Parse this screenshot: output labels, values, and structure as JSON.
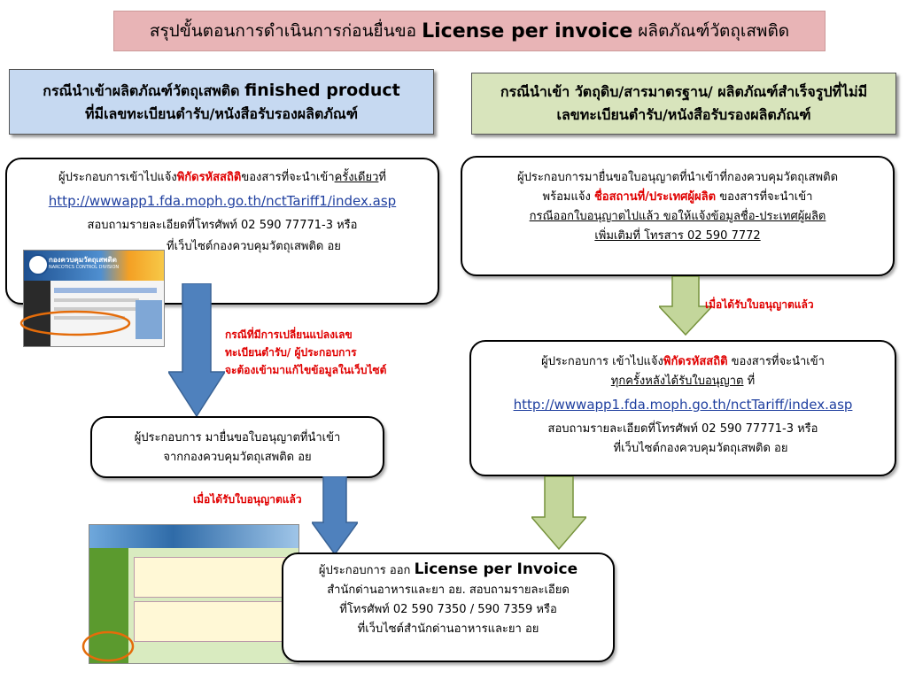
{
  "title": {
    "prefix": "สรุปขั้นตอนการดำเนินการก่อนยื่นขอ",
    "emph": "License per invoice",
    "suffix": "ผลิตภัณฑ์วัตถุเสพติด"
  },
  "left_header": {
    "line1_prefix": "กรณีนำเข้าผลิตภัณฑ์วัตถุเสพติด",
    "line1_emph": "finished product",
    "line2": "ที่มีเลขทะเบียนตำรับ/หนังสือรับรองผลิตภัณฑ์"
  },
  "right_header": {
    "line1": "กรณีนำเข้า วัตถุดิบ/สารมาตรฐาน/ ผลิตภัณฑ์สำเร็จรูปที่ไม่มี",
    "line2": "เลขทะเบียนตำรับ/หนังสือรับรองผลิตภัณฑ์"
  },
  "left_box1": {
    "line1_a": "ผู้ประกอบการเข้าไปแจ้ง",
    "line1_red": "พิกัดรหัสสถิติ",
    "line1_b": "ของสารที่จะนำเข้า",
    "line1_u": "ครั้งเดียว",
    "line1_c": "ที่",
    "link": "http://wwwapp1.fda.moph.go.th/nctTariff1/index.asp",
    "line3": "สอบถามรายละเอียดที่โทรศัพท์ 02 590 77771-3  หรือ",
    "line4": "ที่เว็บไซต์กองควบคุมวัตถุเสพติด อย",
    "logo_text": "กองควบคุมวัตถุเสพติด",
    "logo_sub": "NARCOTICS CONTROL DIVISION"
  },
  "left_note": {
    "line1": "กรณีที่มีการเปลี่ยนแปลงเลข",
    "line2": "ทะเบียนตำรับ/ ผู้ประกอบการ",
    "line3": "จะต้องเข้ามาแก้ไขข้อมูลในเว็บไซต์"
  },
  "left_box2": {
    "line1": "ผู้ประกอบการ มายื่นขอใบอนุญาตที่นำเข้า",
    "line2": "จากกองควบคุมวัตถุเสพติด อย"
  },
  "left_note2": "เมื่อได้รับใบอนุญาตแล้ว",
  "right_box1": {
    "line1": "ผู้ประกอบการมายื่นขอใบอนุญาตที่นำเข้าที่กองควบคุมวัตถุเสพติด",
    "line2_a": "พร้อมแจ้ง",
    "line2_red": "ชื่อสถานที่/ประเทศผู้ผลิต",
    "line2_b": "ของสารที่จะนำเข้า",
    "line3": "กรณีออกใบอนุญาตไปแล้ว ขอให้แจ้งข้อมูลชื่อ-ประเทศผู้ผลิต",
    "line4": "เพิ่มเติมที่ โทรสาร  02 590 7772"
  },
  "right_note": "เมื่อได้รับใบอนุญาตแล้ว",
  "right_box2": {
    "line1_a": "ผู้ประกอบการ เข้าไปแจ้ง",
    "line1_red": "พิกัดรหัสสถิติ",
    "line1_b": "ของสารที่จะนำเข้า",
    "line2_u": "ทุกครั้งหลังได้รับใบอนุญาต",
    "line2_b": "ที่",
    "link": "http://wwwapp1.fda.moph.go.th/nctTariff/index.asp",
    "line4": "สอบถามรายละเอียดที่โทรศัพท์ 02 590 77771-3  หรือ",
    "line5": "ที่เว็บไซต์กองควบคุมวัตถุเสพติด อย"
  },
  "bottom_box": {
    "line1_a": "ผู้ประกอบการ  ออก",
    "line1_emph": "License per Invoice",
    "line2": "สำนักด่านอาหารและยา อย. สอบถามรายละเอียด",
    "line3": "ที่โทรศัพท์ 02 590 7350  / 590 7359 หรือ",
    "line4": "ที่เว็บไซต์สำนักด่านอาหารและยา อย"
  },
  "colors": {
    "title_bg": "#e8b4b6",
    "left_header_bg": "#c6d9f1",
    "right_header_bg": "#d8e4bc",
    "blue_arrow": "#4f81bd",
    "green_arrow": "#c3d69b",
    "highlight_red": "#e00000",
    "ellipse_orange": "#e46c0a"
  }
}
